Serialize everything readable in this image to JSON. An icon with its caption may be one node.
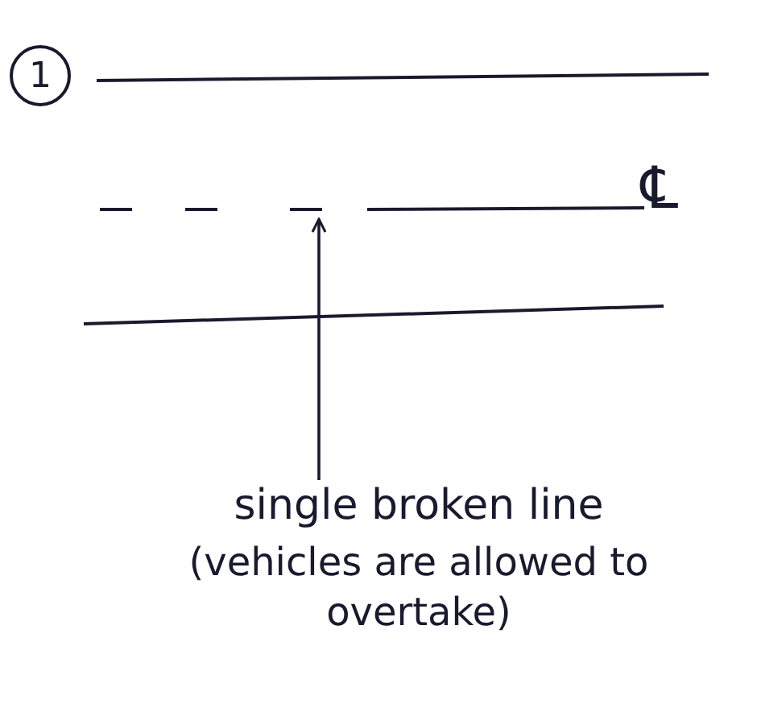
{
  "diagram": {
    "nodes": [
      {
        "text": [
          "single broken line",
          "(vehicles are allowed to overtake)"
        ]
      },
      {
        "text": [],
        "shape": "bar"
      }
    ],
    "edges": [
      {
        "from": 0,
        "to": 1,
        "arrow": "to"
      }
    ],
    "labels": [
      "1",
      "℄"
    ]
  }
}
